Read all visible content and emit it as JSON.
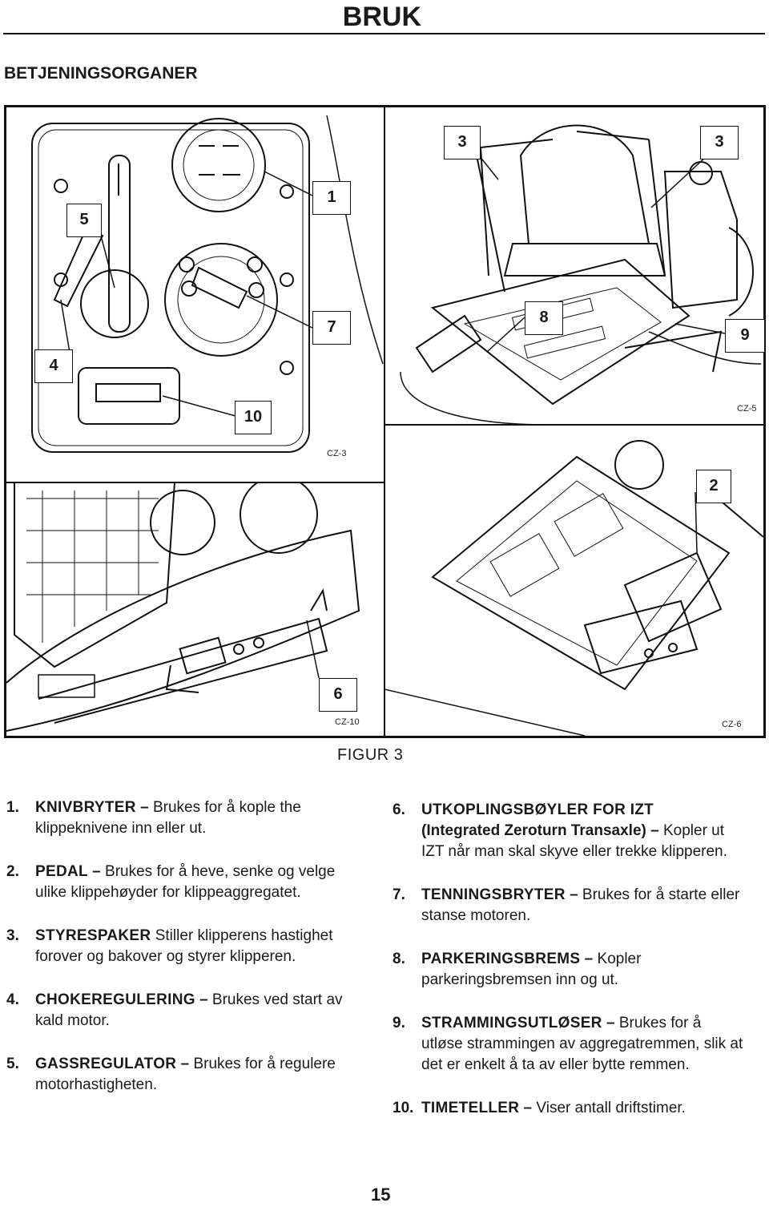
{
  "header": {
    "title": "BRUK"
  },
  "section": {
    "heading": "BETJENINGSORGANER"
  },
  "figure": {
    "caption": "FIGUR 3",
    "panel_codes": {
      "top_left": "CZ-3",
      "top_right": "CZ-5",
      "bottom_left": "CZ-10",
      "bottom_right": "CZ-6"
    },
    "callouts": {
      "c1": "1",
      "c2": "2",
      "c3a": "3",
      "c3b": "3",
      "c4": "4",
      "c5": "5",
      "c6": "6",
      "c7": "7",
      "c8": "8",
      "c9": "9",
      "c10": "10"
    }
  },
  "items": [
    {
      "num": "1.",
      "term": "KNIVBRYTER",
      "dash": " – ",
      "desc": "Brukes for å kople the klippeknivene inn eller ut."
    },
    {
      "num": "2.",
      "term": "PEDAL",
      "dash": " – ",
      "desc": "Brukes for å heve, senke og velge ulike klippehøyder for klippeaggregatet."
    },
    {
      "num": "3.",
      "term": "STYRESPAKER",
      "dash": " ",
      "desc": "Stiller klipperens hastighet forover og bakover og styrer klipperen."
    },
    {
      "num": "4.",
      "term": "CHOKEREGULERING",
      "dash": " – ",
      "desc": "Brukes ved start av kald motor."
    },
    {
      "num": "5.",
      "term": "GASSREGULATOR",
      "dash": " – ",
      "desc": "Brukes for å regulere motorhastigheten."
    },
    {
      "num": "6.",
      "term": "UTKOPLINGSBØYLER FOR IZT",
      "sub": "(Integrated Zeroturn Transaxle)",
      "dash": " – ",
      "desc": "Kopler ut IZT når man skal skyve eller trekke klipperen."
    },
    {
      "num": "7.",
      "term": "TENNINGSBRYTER",
      "dash": " – ",
      "desc": "Brukes for å starte eller stanse motoren."
    },
    {
      "num": "8.",
      "term": "PARKERINGSBREMS",
      "dash": " – ",
      "desc": "Kopler parkeringsbremsen inn og ut."
    },
    {
      "num": "9.",
      "term": "STRAMMINGSUTLØSER",
      "dash": " – ",
      "desc": "Brukes for å utløse strammingen av aggregatremmen, slik at det er enkelt å ta av eller bytte remmen."
    },
    {
      "num": "10.",
      "term": "TIMETELLER",
      "dash": " – ",
      "desc": "Viser antall driftstimer."
    }
  ],
  "page": {
    "number": "15"
  }
}
